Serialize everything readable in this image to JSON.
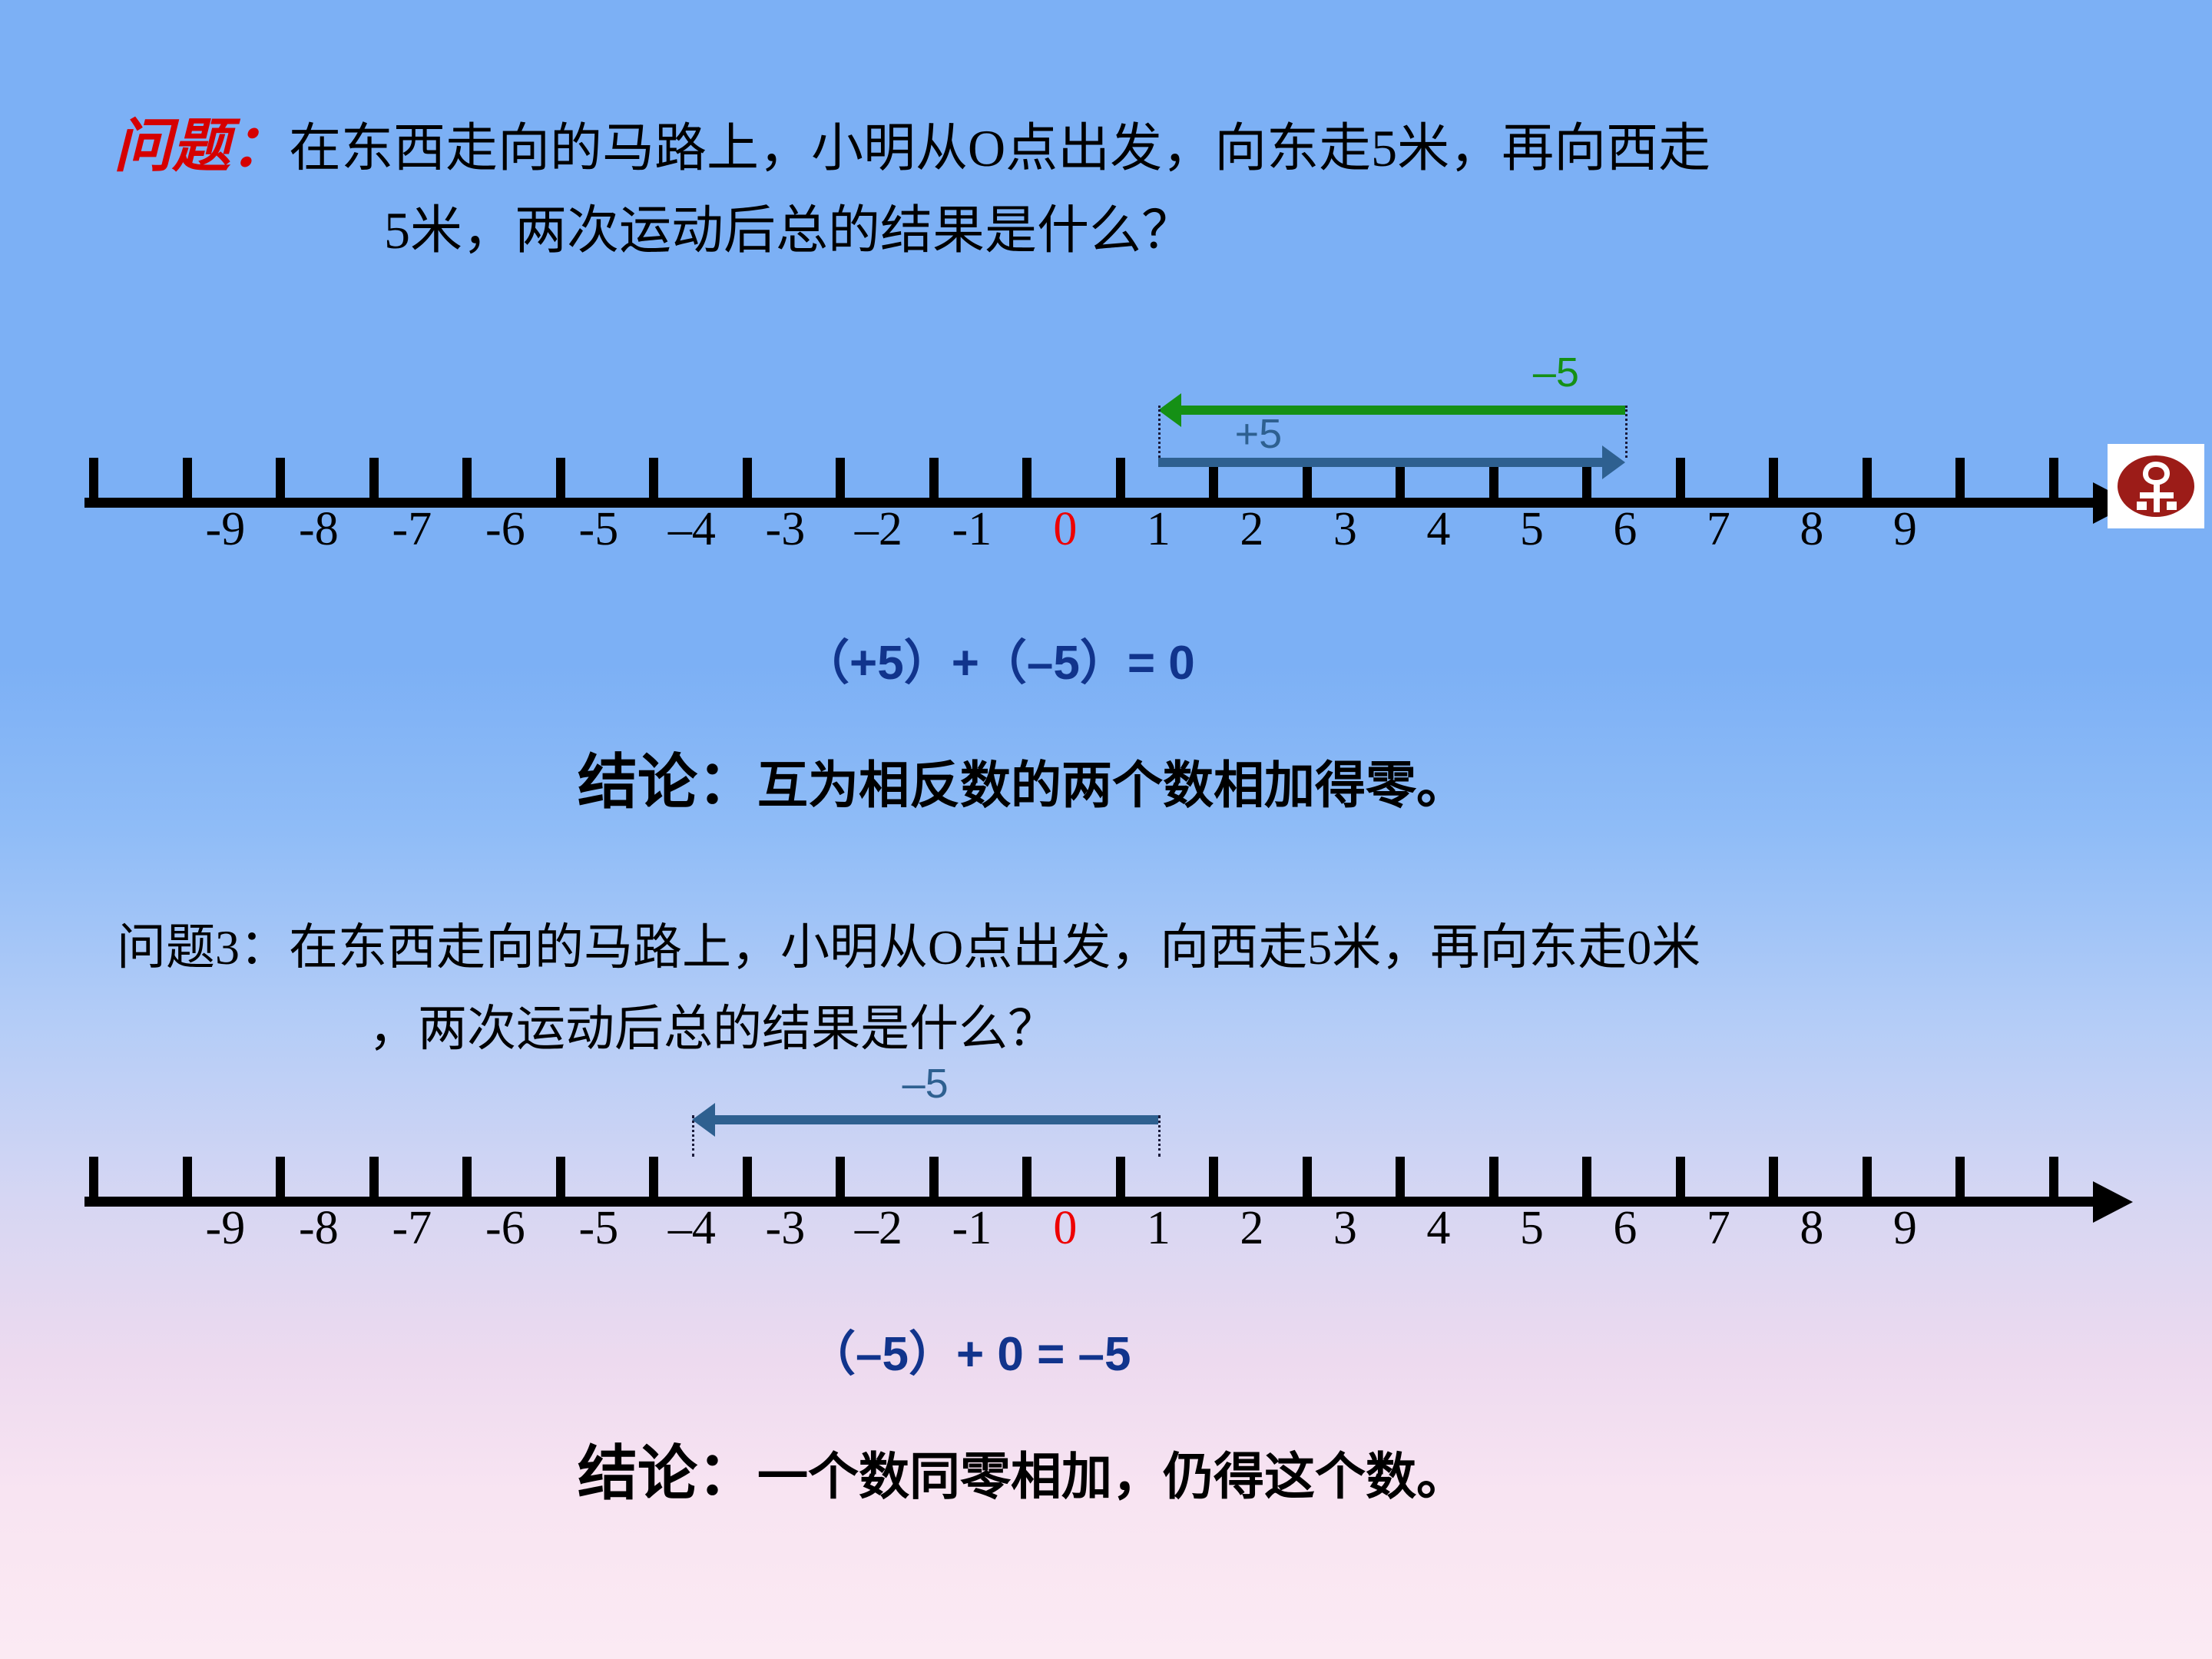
{
  "slide": {
    "background_top_color": "#7cb0f5",
    "background_bottom_color": "#fbeaf3"
  },
  "problem1": {
    "tag": "问题",
    "tag_colon": "：",
    "line1": "在东西走向的马路上，小明从O点出发，向东走5米，再向西走",
    "line2": "5米，两次运动后总的结果是什么？"
  },
  "numberline1": {
    "labels": [
      "-9",
      "-8",
      "-7",
      "-6",
      "-5",
      "–4",
      "-3",
      "–2",
      "-1",
      "0",
      "1",
      "2",
      "3",
      "4",
      "5",
      "6",
      "7",
      "8",
      "9"
    ],
    "zero_label": "0",
    "zero_color": "#ee0000",
    "axis_color": "#000000",
    "jumps": [
      {
        "label": "+5",
        "color": "#2e6090",
        "from": 0,
        "to": 5,
        "direction": "right"
      },
      {
        "label": "–5",
        "color": "#159015",
        "from": 5,
        "to": 0,
        "direction": "left"
      }
    ]
  },
  "equation1": "（+5）+（–5）= 0",
  "conclusion1": {
    "lead": "结论：",
    "body": "互为相反数的两个数相加得零。"
  },
  "problem3": {
    "line1": "问题3：在东西走向的马路上，小明从O点出发，向西走5米，再向东走0米",
    "line2": "，两次运动后总的结果是什么？"
  },
  "numberline2": {
    "labels": [
      "-9",
      "-8",
      "-7",
      "-6",
      "-5",
      "–4",
      "-3",
      "–2",
      "-1",
      "0",
      "1",
      "2",
      "3",
      "4",
      "5",
      "6",
      "7",
      "8",
      "9"
    ],
    "zero_label": "0",
    "zero_color": "#ee0000",
    "axis_color": "#000000",
    "jumps": [
      {
        "label": "–5",
        "color": "#2e6090",
        "from": 0,
        "to": -5,
        "direction": "left"
      }
    ]
  },
  "equation2": "（–5）+  0  =  –5",
  "conclusion2": {
    "lead": "结论：",
    "body": "一个数同零相加，仍得这个数。"
  },
  "logo": {
    "name": "publisher-logo",
    "color": "#9c1c18"
  }
}
